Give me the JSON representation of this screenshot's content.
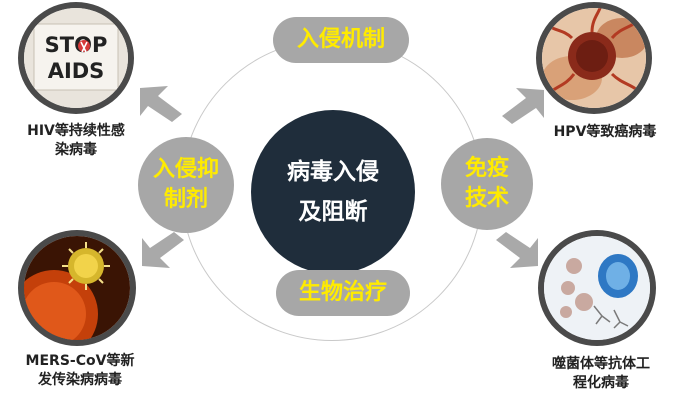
{
  "center": {
    "line1": "病毒入侵",
    "line2": "及阻断"
  },
  "nodes": {
    "top": "入侵机制",
    "left": {
      "line1": "入侵抑",
      "line2": "制剂"
    },
    "right": {
      "line1": "免疫",
      "line2": "技术"
    },
    "bottom": "生物治疗"
  },
  "corners": {
    "top_left": {
      "label": "HIV等持续性感染病毒",
      "line1": "HIV等持续性感",
      "line2": "染病毒",
      "sign_line1": "STOP",
      "sign_line2": "AIDS"
    },
    "top_right": {
      "label": "HPV等致癌病毒"
    },
    "bottom_left": {
      "line1": "MERS-CoV等新",
      "line2": "发传染病病毒"
    },
    "bottom_right": {
      "line1": "噬菌体等抗体工",
      "line2": "程化病毒"
    }
  },
  "colors": {
    "node_fill": "#a7a7a7",
    "node_text": "#ffeb00",
    "center_fill": "#1f2d3b",
    "bubble_border": "#4a4a4a",
    "arrow": "#a9a9a9"
  }
}
